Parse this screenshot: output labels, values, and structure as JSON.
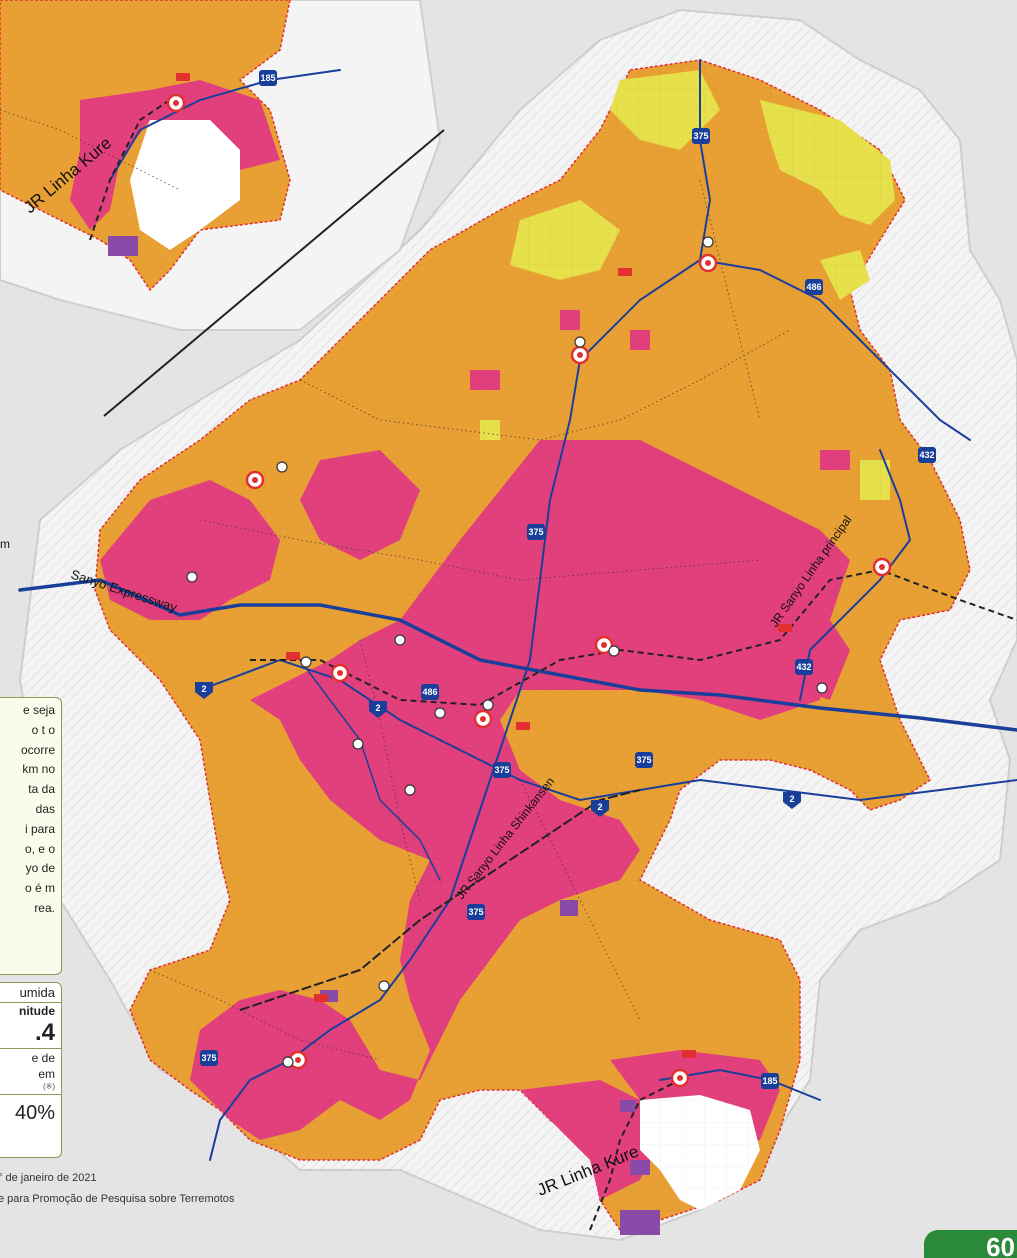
{
  "labels": {
    "sanyo_expressway": "Sanyo Expressway",
    "sanyo_main_line": "JR Sanyo Linha principal",
    "sanyo_shinkansen": "JR Sanyo Linha Shinkansen",
    "kure_line": "JR Linha Kure",
    "kure_line_inset": "JR Linha Kure"
  },
  "route_shields": [
    "375",
    "375",
    "375",
    "375",
    "375",
    "375",
    "486",
    "486",
    "432",
    "432",
    "185",
    "185",
    "2",
    "2",
    "2",
    "2"
  ],
  "info_box": {
    "lines": [
      "e seja",
      "o t o",
      "ocorre",
      "km no",
      "ta da",
      "das",
      "i para",
      "o, e o",
      "yo de",
      "o é m",
      "rea."
    ]
  },
  "left_cut_text": "m",
  "earthquake_box": {
    "label": "umida",
    "magnitude_label": "nitude",
    "magnitude_value": ".4",
    "probability_label_1": "e de",
    "probability_label_2": "em",
    "probability_note": "(※)",
    "probability_value": "40%"
  },
  "credits": {
    "date_line": "° de janeiro de 2021",
    "source_line": "e para Promoção de Pesquisa sobre Terremotos"
  },
  "page_number": "60",
  "colors": {
    "background": "#e4e4e4",
    "terrain": "#f4f4f4",
    "intensity_orange": "#e8a035",
    "intensity_yellow": "#e6e04a",
    "intensity_magenta": "#e2407c",
    "intensity_purple": "#8a4aa8",
    "roads": "#1a3f9a",
    "rail": "#222222",
    "border": "#e23030"
  }
}
